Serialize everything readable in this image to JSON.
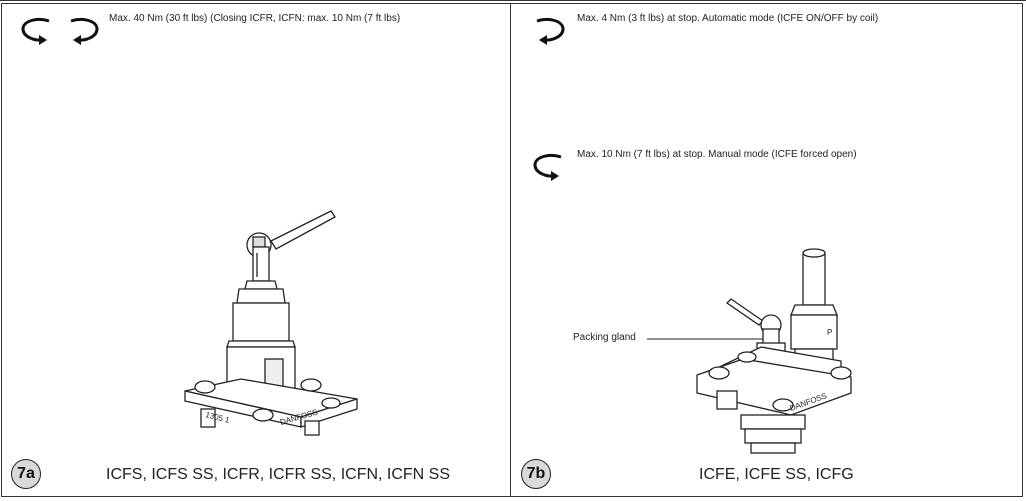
{
  "panel_a": {
    "torque_note": "Max. 40 Nm (30 ft lbs) (Closing ICFR, ICFN: max. 10 Nm (7 ft lbs)",
    "figure_label": "7a",
    "caption": "ICFS, ICFS SS, ICFR, ICFR SS, ICFN, ICFN SS",
    "valve_markings": {
      "number": "1305 1",
      "brand": "DANFOSS"
    }
  },
  "panel_b": {
    "auto_note": "Max. 4 Nm (3 ft lbs) at stop. Automatic mode (ICFE ON/OFF by coil)",
    "manual_note": "Max. 10 Nm (7 ft lbs) at stop. Manual mode (ICFE forced open)",
    "packing_gland_label": "Packing gland",
    "figure_label": "7b",
    "caption": "ICFE, ICFE SS, ICFG",
    "valve_markings": {
      "brand": "DANFOSS",
      "letter": "P"
    }
  },
  "icons": [
    "rotate-counterclockwise-icon",
    "rotate-clockwise-icon"
  ]
}
